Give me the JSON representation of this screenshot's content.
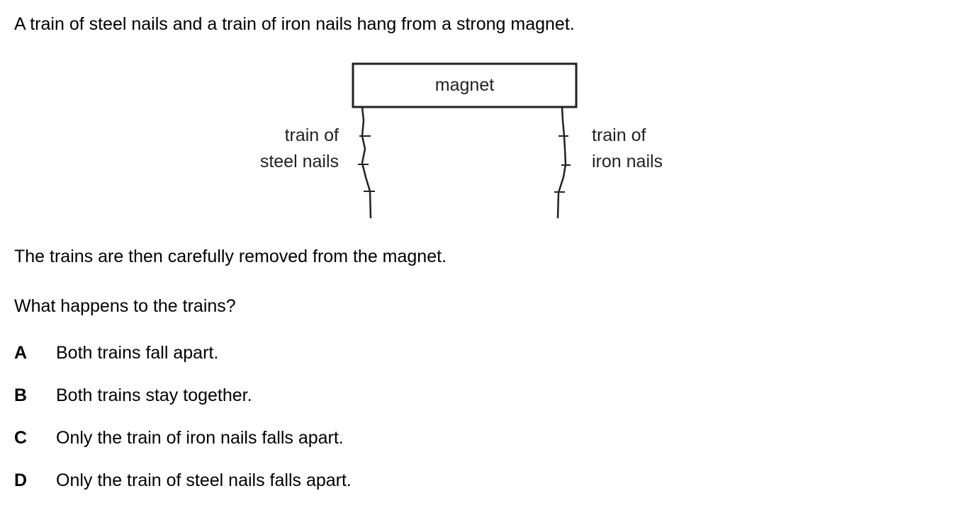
{
  "question": {
    "stem": "A train of steel nails and a train of iron nails hang from a strong magnet.",
    "diagram": {
      "magnet_label": "magnet",
      "left_label": [
        "train of",
        "steel nails"
      ],
      "right_label": [
        "train of",
        "iron nails"
      ]
    },
    "followup": "The trains are then carefully removed from the magnet.",
    "prompt": "What happens to the trains?",
    "options": [
      {
        "letter": "A",
        "text": "Both trains fall apart."
      },
      {
        "letter": "B",
        "text": "Both trains stay together."
      },
      {
        "letter": "C",
        "text": "Only the train of iron nails falls apart."
      },
      {
        "letter": "D",
        "text": "Only the train of steel nails falls apart."
      }
    ]
  }
}
